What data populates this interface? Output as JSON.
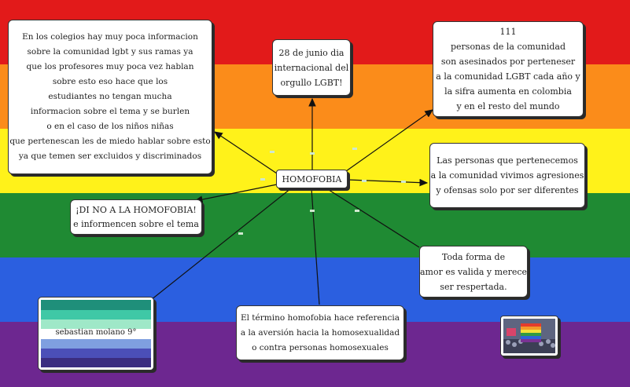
{
  "background": {
    "stripes": [
      "#e21a1a",
      "#fb8c1a",
      "#fff21a",
      "#1f8a33",
      "#2b5fe0",
      "#6d2790"
    ]
  },
  "center": {
    "text": "HOMOFOBIA"
  },
  "nodes": {
    "schools": "En los colegios hay muy poca informacion\nsobre la comunidad lgbt y sus ramas ya\nque los profesores muy poca vez hablan\nsobre esto eso hace que los\nestudiantes no tengan mucha\ninformacion sobre el tema y se burlen\no en el caso de los niños niñas\nque pertenescan les de miedo hablar sobre esto\nya que temen ser excluidos y discriminados",
    "june28": "28 de junio dia\ninternacional del\norgullo LGBT!",
    "killed": "111\npersonas de la comunidad\nson asesinados por perteneser\na la comunidad LGBT cada año y\nla sifra aumenta en colombia\ny en el resto del mundo",
    "aggressions": "Las personas que pertenecemos\na la comunidad vivimos agresiones\ny ofensas solo por ser diferentes",
    "say_no": "¡DI NO A LA HOMOFOBIA!\ne informencen sobre el tema",
    "love": "Toda forma de\namor es valida y merece\nser respertada.",
    "definition": "El término homofobia hace referencia\na la aversión hacia la homosexualidad\no contra personas homosexuales"
  },
  "flag": {
    "label": "sebastian molano 9°",
    "bands": [
      "#1f8f7a",
      "#3fc8a6",
      "#9fe8c8",
      "#ffffff",
      "#7f9fe0",
      "#4b4fb8",
      "#3b2d80"
    ]
  },
  "colors": {
    "line": "#111111",
    "node_bg": "#ffffff"
  }
}
